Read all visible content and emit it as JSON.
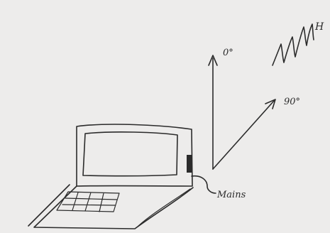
{
  "labels": {
    "angle_0": "0°",
    "angle_90": "90°",
    "wave_label": "H",
    "mains_label": "Mains"
  },
  "colors": {
    "background": "#edeceb",
    "ink": "#2b2b2b"
  }
}
